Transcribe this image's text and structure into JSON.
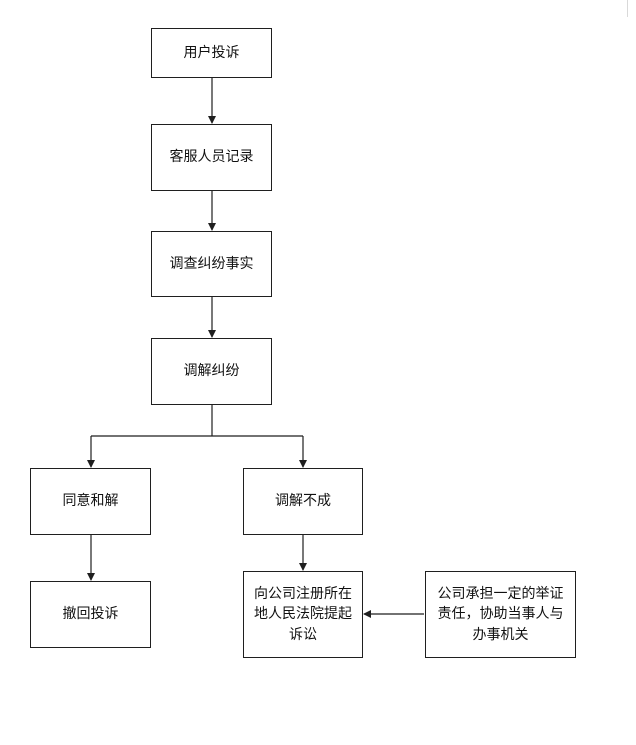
{
  "diagram": {
    "nodes": [
      {
        "id": "user-complaint",
        "label": "用户投诉"
      },
      {
        "id": "cs-record",
        "label": "客服人员记录"
      },
      {
        "id": "investigate",
        "label": "调查纠纷事实"
      },
      {
        "id": "mediate",
        "label": "调解纠纷"
      },
      {
        "id": "agree",
        "label": "同意和解"
      },
      {
        "id": "mediation-fail",
        "label": "调解不成"
      },
      {
        "id": "withdraw",
        "label": "撤回投诉"
      },
      {
        "id": "lawsuit",
        "label": "向公司注册所在地人民法院提起诉讼"
      },
      {
        "id": "company-duty",
        "label": "公司承担一定的举证责任，协助当事人与办事机关"
      }
    ],
    "edges": [
      {
        "from": "user-complaint",
        "to": "cs-record"
      },
      {
        "from": "cs-record",
        "to": "investigate"
      },
      {
        "from": "investigate",
        "to": "mediate"
      },
      {
        "from": "mediate",
        "to": "agree"
      },
      {
        "from": "mediate",
        "to": "mediation-fail"
      },
      {
        "from": "agree",
        "to": "withdraw"
      },
      {
        "from": "mediation-fail",
        "to": "lawsuit"
      },
      {
        "from": "company-duty",
        "to": "lawsuit"
      }
    ],
    "colors": {
      "stroke": "#1f1f1f",
      "text": "#111111",
      "background": "#ffffff"
    }
  }
}
